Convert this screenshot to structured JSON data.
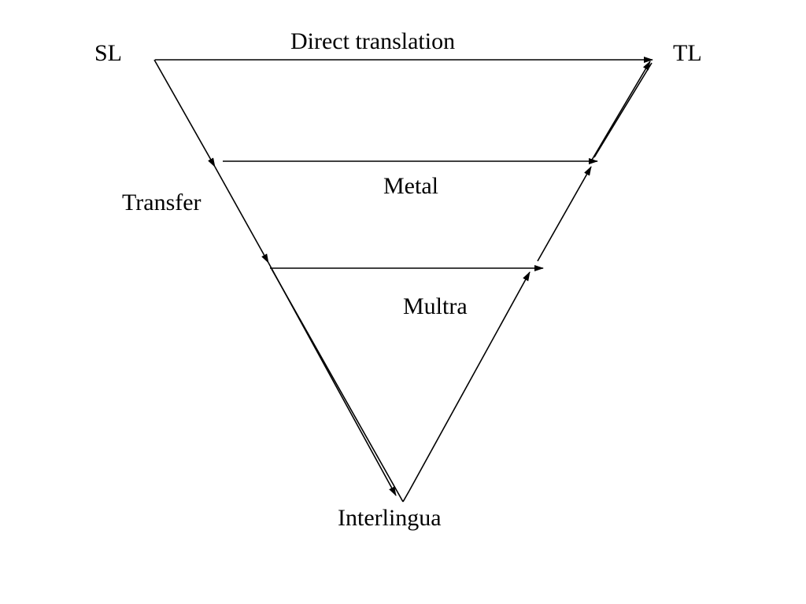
{
  "labels": {
    "source_language": "SL",
    "target_language": "TL",
    "direct": "Direct translation",
    "transfer": "Transfer",
    "metal": "Metal",
    "multra": "Multra",
    "interlingua": "Interlingua"
  },
  "colors": {
    "line": "#000000",
    "background": "#ffffff"
  }
}
